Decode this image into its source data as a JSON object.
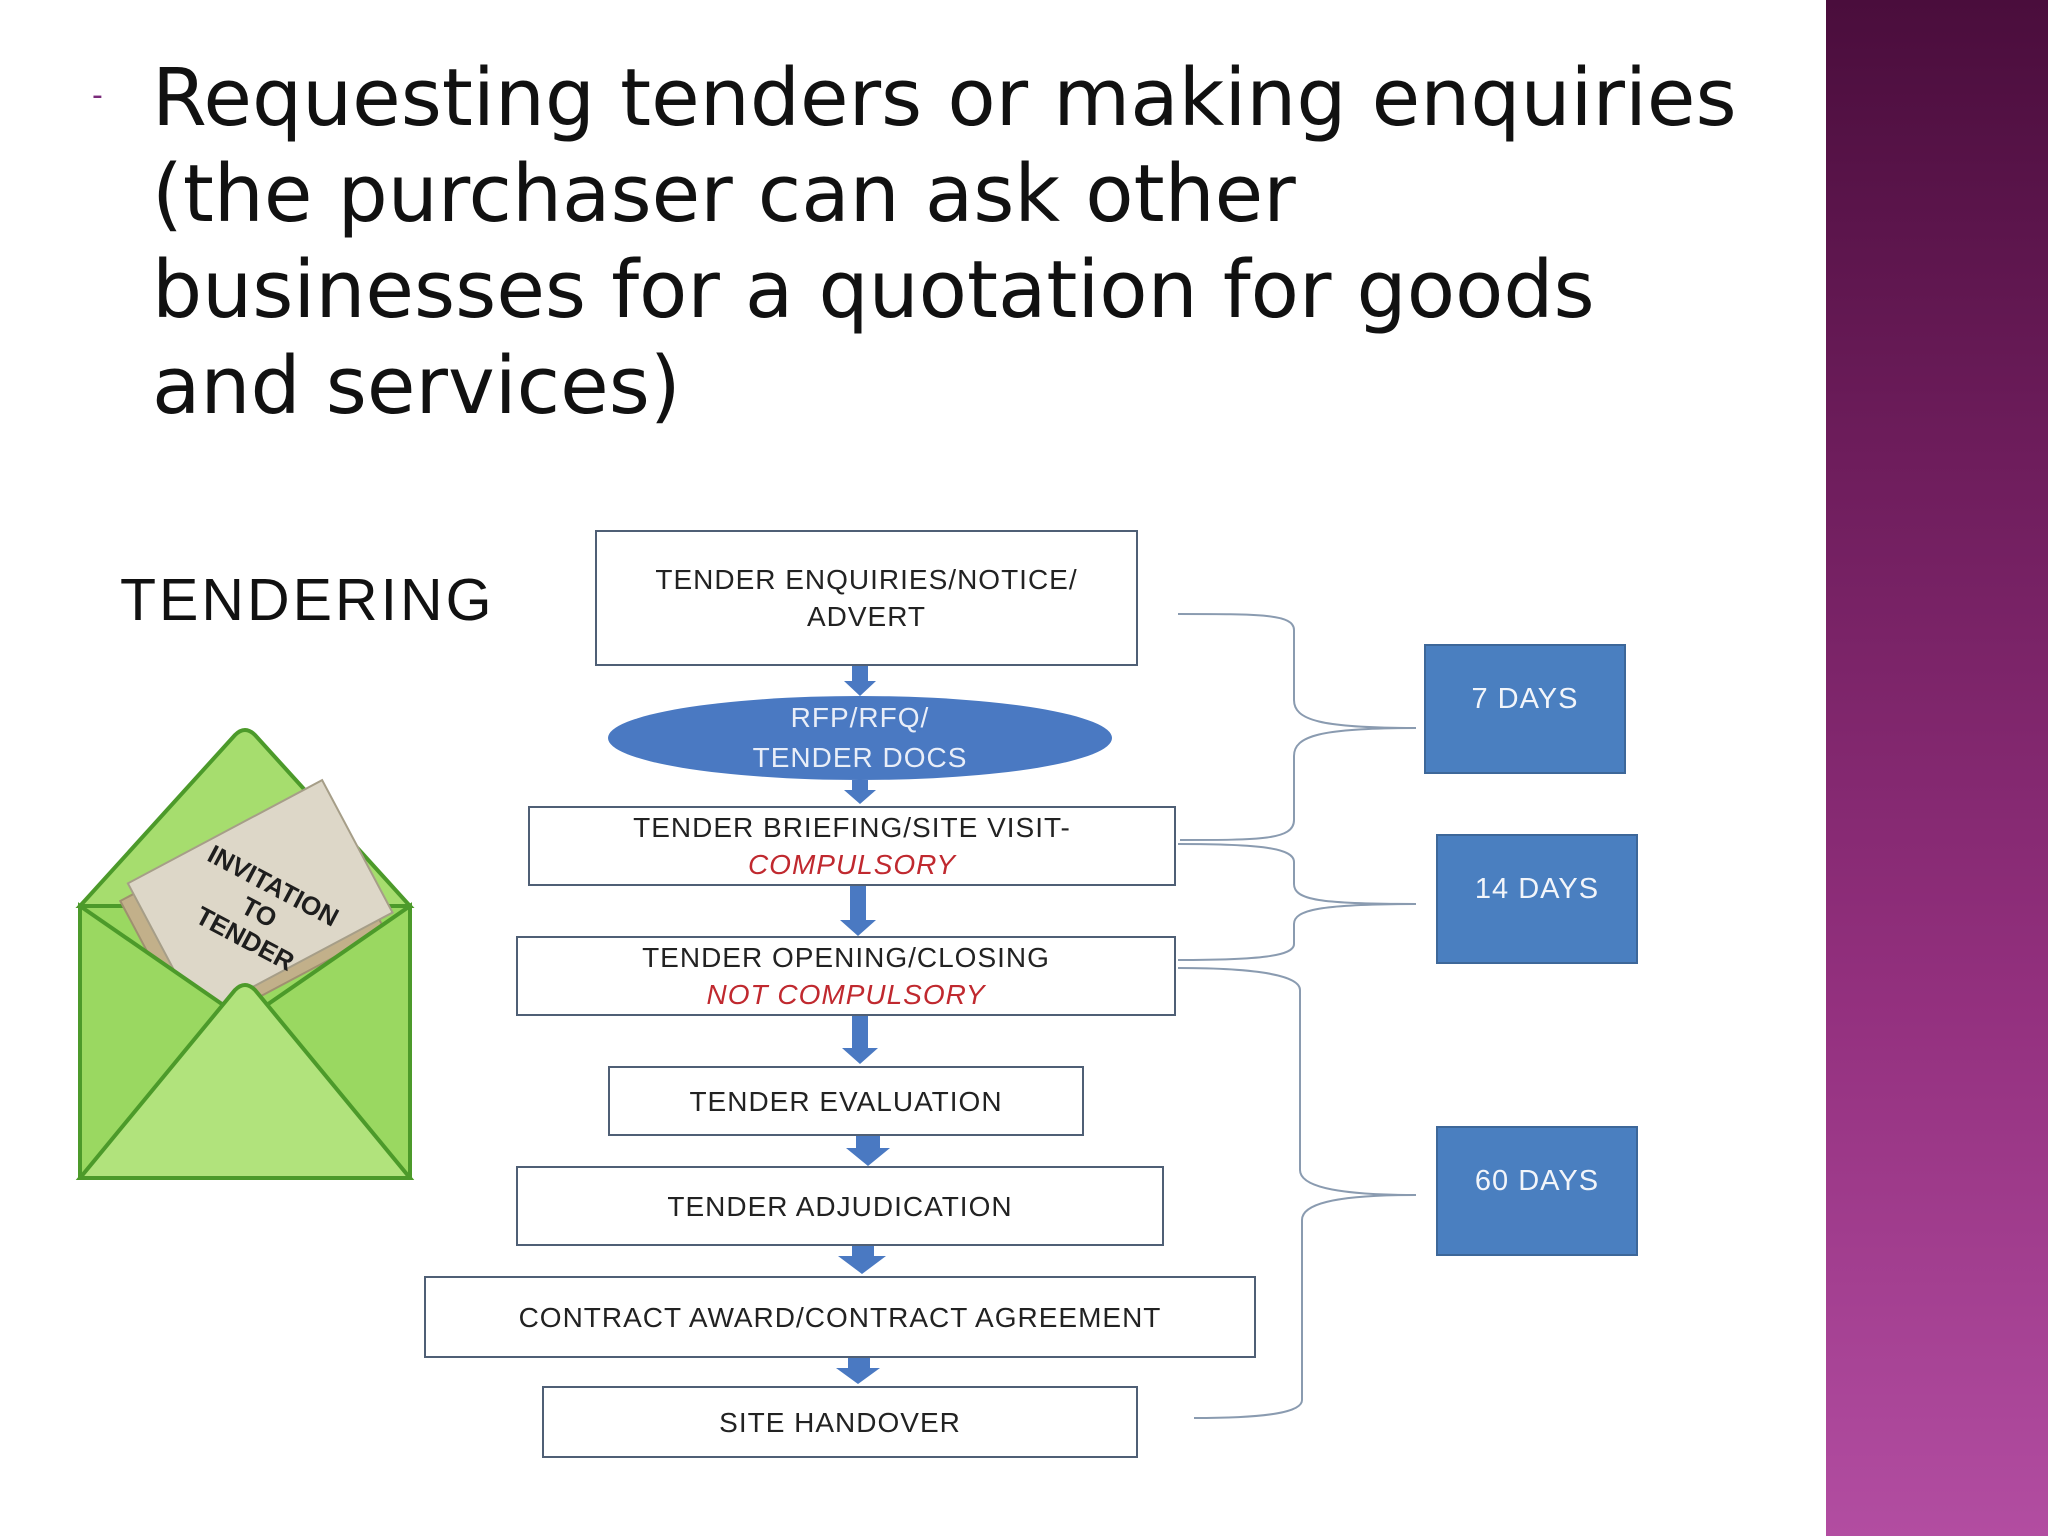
{
  "slide": {
    "bullet_marker": "-",
    "bullet_lines": [
      "Requesting tenders or making enquiries",
      "(the purchaser can ask other",
      "businesses for a quotation for goods",
      "and services)"
    ]
  },
  "diagram": {
    "heading": "TENDERING",
    "envelope_label": [
      "INVITATION",
      "TO",
      "TENDER"
    ],
    "steps": {
      "enquiries": [
        "TENDER ENQUIRIES/NOTICE/",
        "ADVERT"
      ],
      "rfp": [
        "RFP/RFQ/",
        "TENDER DOCS"
      ],
      "briefing": {
        "line1": "TENDER BRIEFING/SITE VISIT-",
        "line2": "COMPULSORY"
      },
      "opening": {
        "line1": "TENDER OPENING/CLOSING",
        "line2": "NOT COMPULSORY"
      },
      "evaluation": "TENDER EVALUATION",
      "adjudication": "TENDER ADJUDICATION",
      "award": "CONTRACT AWARD/CONTRACT AGREEMENT",
      "handover": "SITE HANDOVER"
    },
    "durations": [
      "7 DAYS",
      "14  DAYS",
      "60 DAYS"
    ],
    "colors": {
      "accent_blue": "#4a7fc0",
      "emphasis_red": "#c0292f",
      "envelope_green": "#8fd45a",
      "sidebar_purple": "#7a2a7a"
    }
  }
}
